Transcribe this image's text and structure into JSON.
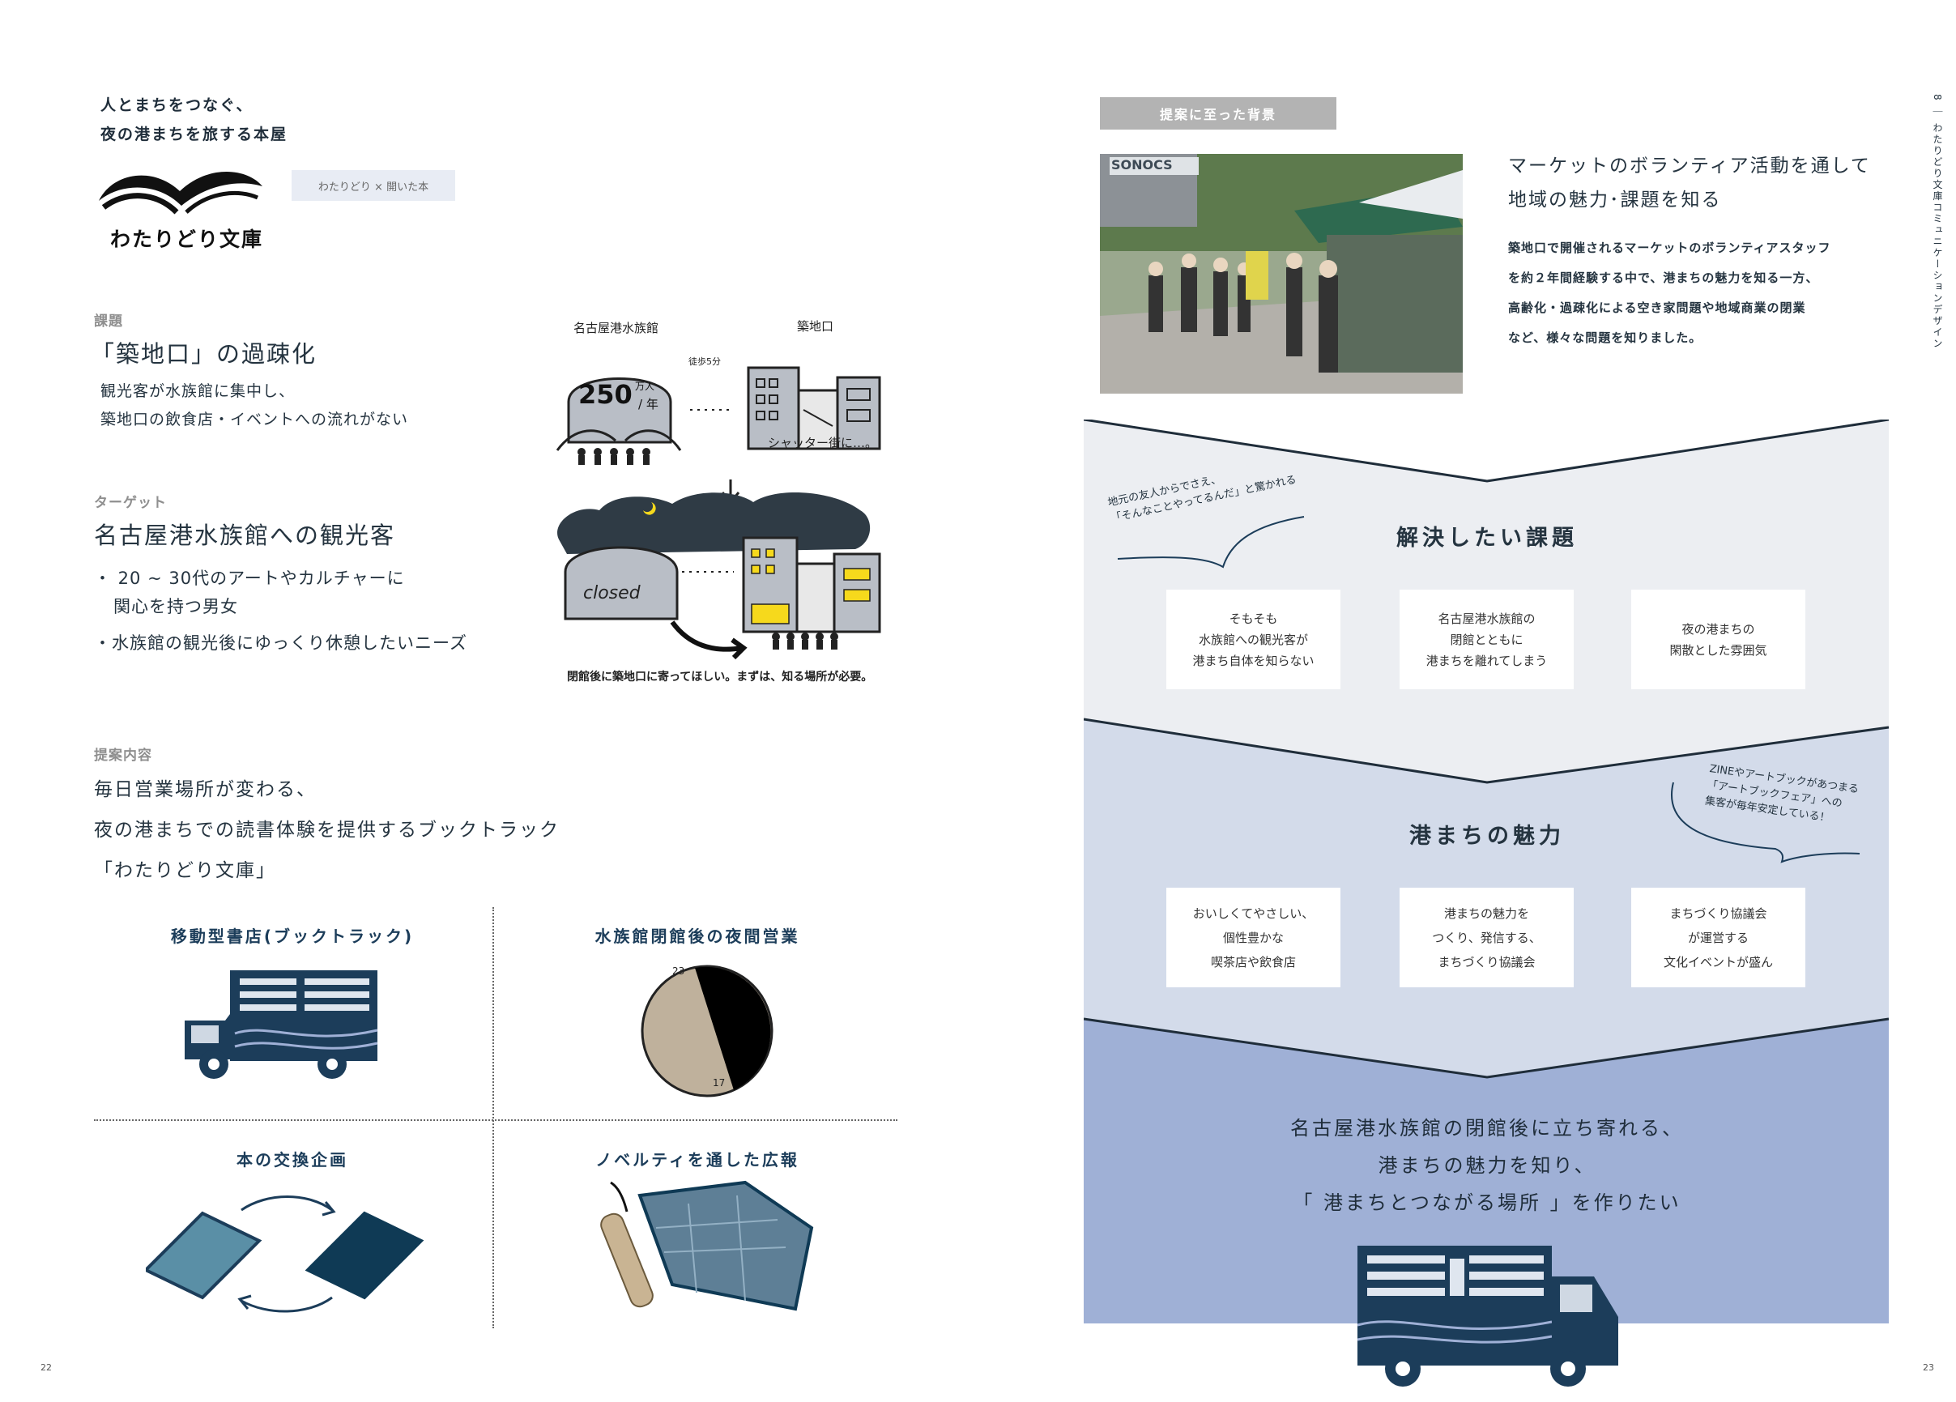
{
  "left": {
    "tagline_line1": "人とまちをつなぐ、",
    "tagline_line2": "夜の港まちを旅する本屋",
    "logo_text": "わたりどり文庫",
    "collab_tag": "わたりどり × 開いた本",
    "issue": {
      "label": "課題",
      "title": "「築地口」の過疎化",
      "line1": "観光客が水族館に集中し、",
      "line2": "築地口の飲食店・イベントへの流れがない"
    },
    "target": {
      "label": "ターゲット",
      "title": "名古屋港水族館への観光客",
      "b1_line1": "・ 20 ~ 30代のアートやカルチャーに",
      "b1_line2": "関心を持つ男女",
      "b2": "・水族館の観光後にゆっくり休憩したいニーズ"
    },
    "sketch": {
      "aquarium_label": "名古屋港水族館",
      "district_label": "築地口",
      "visitors_number": "250",
      "visitors_unit": "万人",
      "per_year": "/ 年",
      "walk_time": "徒歩5分",
      "shutter_caption": "シャッター街に…。",
      "closed_sign": "closed",
      "caption": "閉館後に築地口に寄ってほしい。まずは、知る場所が必要。"
    },
    "proposal": {
      "label": "提案内容",
      "line1": "毎日営業場所が変わる、",
      "line2": "夜の港まちでの読書体験を提供するブックトラック",
      "line3": "「わたりどり文庫」"
    },
    "features": {
      "f1": "移動型書店(ブックトラック)",
      "f2": "水族館閉館後の夜間営業",
      "f3": "本の交換企画",
      "f4": "ノベルティを通した広報",
      "clock_start": "23",
      "clock_end": "17"
    },
    "page_number": "22"
  },
  "right": {
    "background_label": "提案に至った背景",
    "heading_line1": "マーケットのボランティア活動を通して",
    "heading_line2": "地域の魅力･課題を知る",
    "body_line1": "築地口で開催されるマーケットのボランティアスタッフ",
    "body_line2": "を約２年間経験する中で、港まちの魅力を知る一方、",
    "body_line3": "高齢化・過疎化による空き家問題や地域商業の閉業",
    "body_line4": "など、様々な問題を知りました。",
    "photo_sign": "SONOCS",
    "side_text": "8 ｜ わたりどり文庫コミュニケーションデザイン",
    "issues": {
      "title": "解決したい課題",
      "note_line1": "地元の友人からでさえ、",
      "note_line2": "「そんなことやってるんだ」と驚かれる",
      "box1_l1": "そもそも",
      "box1_l2": "水族館への観光客が",
      "box1_l3": "港まち自体を知らない",
      "box2_l1": "名古屋港水族館の",
      "box2_l2": "閉館とともに",
      "box2_l3": "港まちを離れてしまう",
      "box3_l1": "夜の港まちの",
      "box3_l2": "閑散とした雰囲気"
    },
    "charm": {
      "title": "港まちの魅力",
      "note_line1": "ZINEやアートブックがあつまる",
      "note_line2": "「アートブックフェア」への",
      "note_line3": "集客が毎年安定している！",
      "box1_l1": "おいしくてやさしい、",
      "box1_l2": "個性豊かな",
      "box1_l3": "喫茶店や飲食店",
      "box2_l1": "港まちの魅力を",
      "box2_l2": "つくり、発信する、",
      "box2_l3": "まちづくり協議会",
      "box3_l1": "まちづくり協議会",
      "box3_l2": "が運営する",
      "box3_l3": "文化イベントが盛ん"
    },
    "goal_line1": "名古屋港水族館の閉館後に立ち寄れる、",
    "goal_line2": "港まちの魅力を知り、",
    "goal_line3": "「 港まちとつながる場所 」を作りたい",
    "page_number": "23"
  },
  "colors": {
    "navy": "#1c3d5a",
    "band1": "#eceef2",
    "band2": "#d3dbea",
    "band3": "#9fb0d6",
    "gray_label": "#b3b3b3"
  }
}
